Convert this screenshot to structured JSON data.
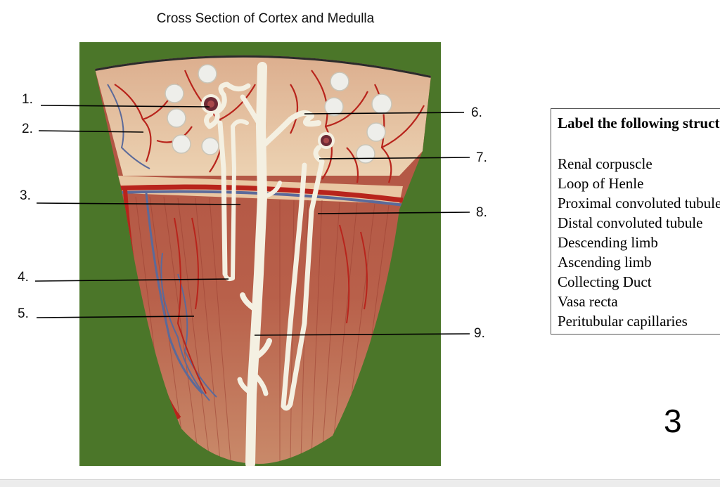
{
  "slide": {
    "title": "Cross Section of Cortex and Medulla",
    "page_number": "3"
  },
  "callouts": [
    "1.",
    "2.",
    "3.",
    "4.",
    "5.",
    "6.",
    "7.",
    "8.",
    "9."
  ],
  "label_box": {
    "heading": "Label the following structures:",
    "terms": [
      "Renal corpuscle",
      "Loop of Henle",
      "Proximal convoluted tubule",
      "Distal convoluted tubule",
      "Descending limb",
      "Ascending limb",
      "Collecting Duct",
      "Vasa recta",
      "Peritubular capillaries"
    ]
  },
  "colors": {
    "background_green": "#4f7a2c",
    "cortex": "#e7c9a9",
    "medulla": "#b45a47",
    "artery_red": "#b8241c",
    "vein_blue": "#5b6a9a",
    "tubule_white": "#f4f0e2"
  }
}
